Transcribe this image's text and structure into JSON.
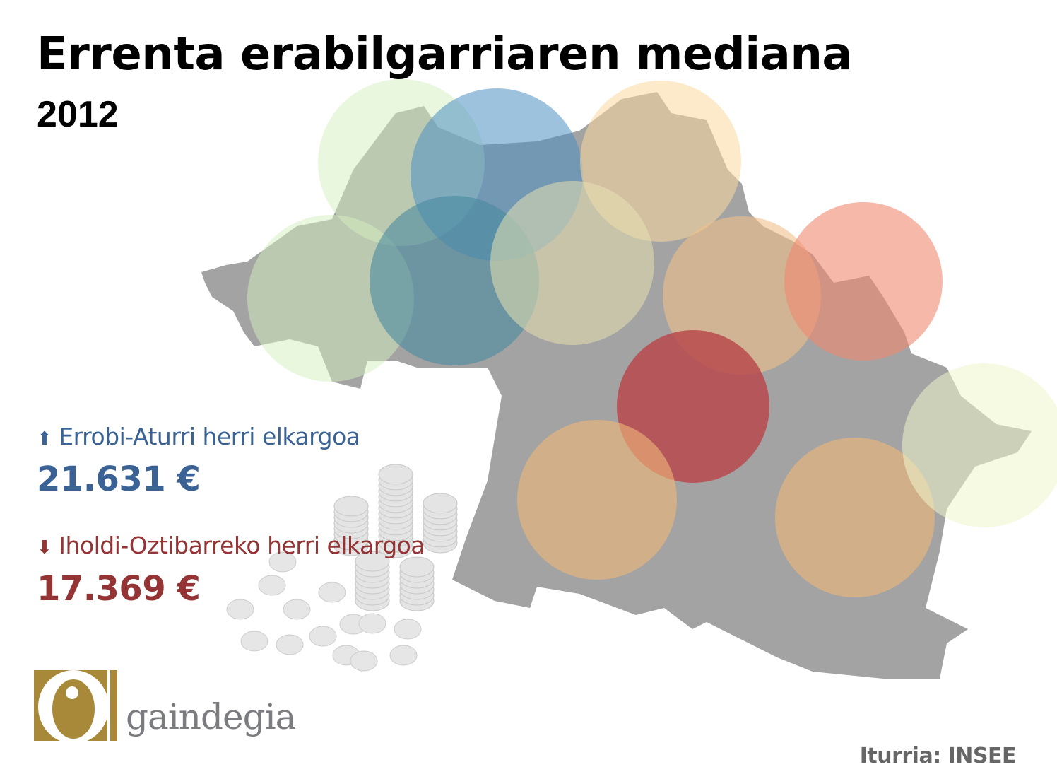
{
  "title": "Errenta erabilgarriaren mediana",
  "year": "2012",
  "highest": {
    "arrow_icon": "arrow-up-icon",
    "arrow": "⬆",
    "name": "Errobi-Aturri herri elkargoa",
    "value": "21.631 €",
    "color": "#3a6294"
  },
  "lowest": {
    "arrow_icon": "arrow-down-icon",
    "arrow": "⬇",
    "name": "Iholdi-Oztibarreko herri elkargoa",
    "value": "17.369 €",
    "color": "#943434"
  },
  "source": "Iturria: INSEE",
  "logo": {
    "text": "gaindegia",
    "color": "#a8893a"
  },
  "map": {
    "base_color": "#a3a3a3",
    "regions": [
      {
        "color": "#d6efc0"
      },
      {
        "color": "#4a8fc2"
      },
      {
        "color": "#f9d8a0"
      },
      {
        "color": "#d6efc0"
      },
      {
        "color": "#4a8aa0"
      },
      {
        "color": "#e6e0b0"
      },
      {
        "color": "#f0c088"
      },
      {
        "color": "#f08870"
      },
      {
        "color": "#b84a4e"
      },
      {
        "color": "#f0b878"
      },
      {
        "color": "#f0b878"
      },
      {
        "color": "#eef6cc"
      }
    ]
  }
}
